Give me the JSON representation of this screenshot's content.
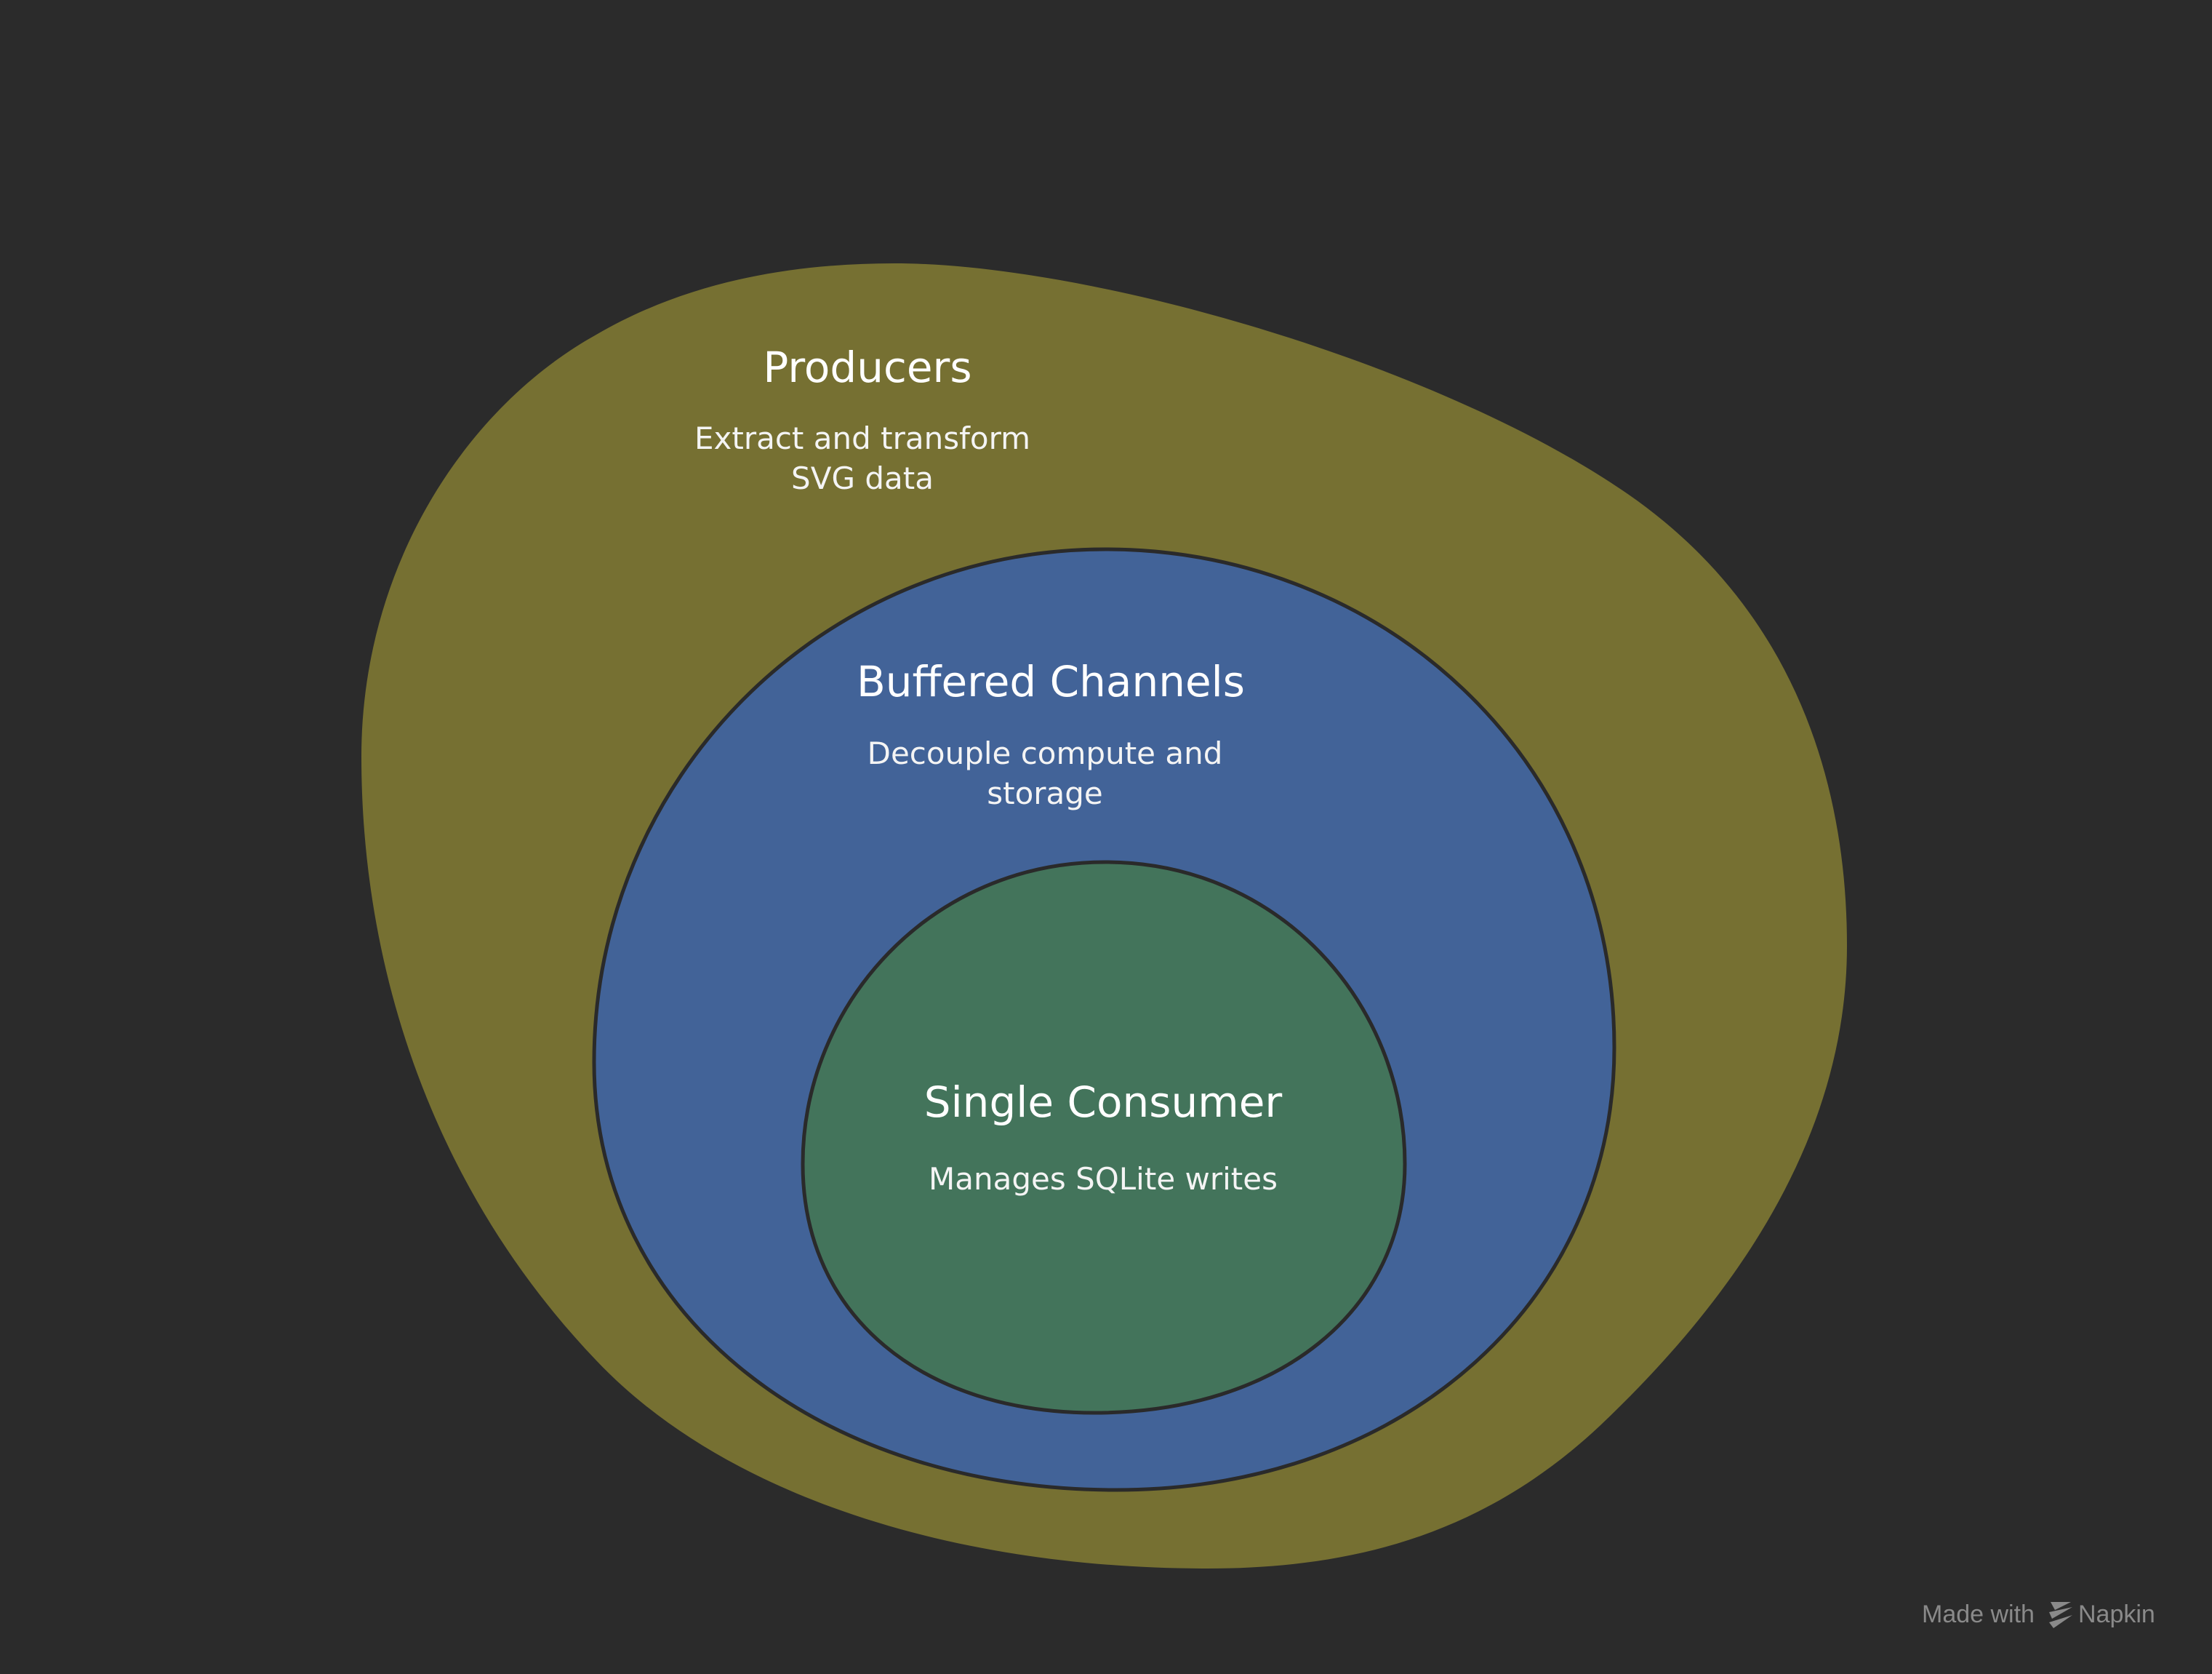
{
  "colors": {
    "background": "#2b2b2b",
    "producers_fill": "#767032",
    "channels_fill": "#426398",
    "consumer_fill": "#43745b",
    "outline": "#2a2a2a",
    "watermark": "#8a8a8a"
  },
  "layers": [
    {
      "title": "Producers",
      "description_lines": [
        "Extract and transform",
        "SVG data"
      ]
    },
    {
      "title": "Buffered Channels",
      "description_lines": [
        "Decouple compute and",
        "storage"
      ]
    },
    {
      "title": "Single Consumer",
      "description_lines": [
        "Manages SQLite writes"
      ]
    }
  ],
  "watermark": {
    "made_with": "Made with",
    "brand": "Napkin",
    "icon": "napkin-logo-icon"
  }
}
